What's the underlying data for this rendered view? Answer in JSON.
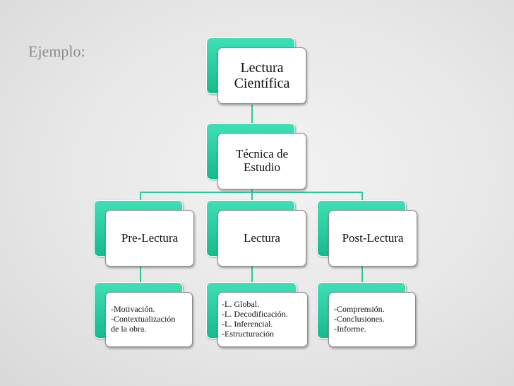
{
  "slide": {
    "title": "Ejemplo:"
  },
  "diagram": {
    "root": {
      "label_line1": "Lectura",
      "label_line2": "Científica"
    },
    "level2": {
      "label_line1": "Técnica de",
      "label_line2": "Estudio"
    },
    "branches": [
      {
        "label": "Pre-Lectura",
        "details": [
          "-Motivación.",
          "-Contextualización",
          "de la obra."
        ]
      },
      {
        "label": "Lectura",
        "details": [
          "-L. Global.",
          "-L. Decodificación.",
          "-L. Inferencial.",
          "-Estructuración"
        ]
      },
      {
        "label": "Post-Lectura",
        "details": [
          "-Comprensión.",
          "-Conclusiones.",
          "-Informe."
        ]
      }
    ],
    "colors": {
      "accent": "#29c99e",
      "connector": "#2bc79c",
      "box_border": "#8a8a8a",
      "title_text": "#8c8c8c"
    }
  }
}
